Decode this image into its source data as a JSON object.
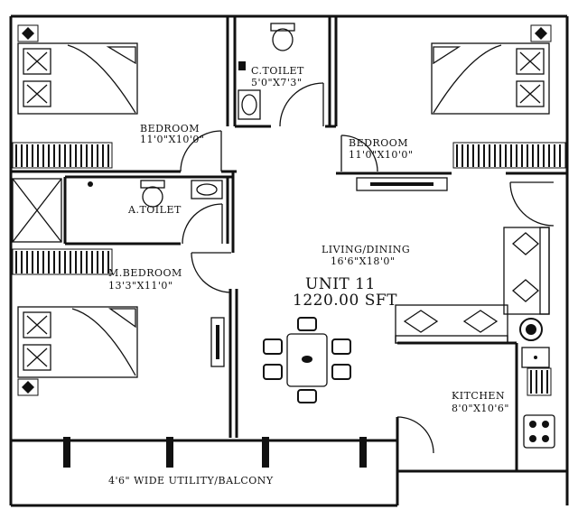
{
  "unit": {
    "name": "UNIT 11",
    "area": "1220.00 SFT"
  },
  "rooms": {
    "bedroom_left": {
      "name": "BEDROOM",
      "size": "11'0\"X10'0\""
    },
    "bedroom_right": {
      "name": "BEDROOM",
      "size": "11'0\"X10'0\""
    },
    "c_toilet": {
      "name": "C.TOILET",
      "size": "5'0\"X7'3\""
    },
    "a_toilet": {
      "name": "A.TOILET"
    },
    "m_bedroom": {
      "name": "M.BEDROOM",
      "size": "13'3\"X11'0\""
    },
    "living_dining": {
      "name": "LIVING/DINING",
      "size": "16'6\"X18'0\""
    },
    "kitchen": {
      "name": "KITCHEN",
      "size": "8'0\"X10'6\""
    },
    "balcony": {
      "name": "4'6\" WIDE UTILITY/BALCONY"
    }
  }
}
